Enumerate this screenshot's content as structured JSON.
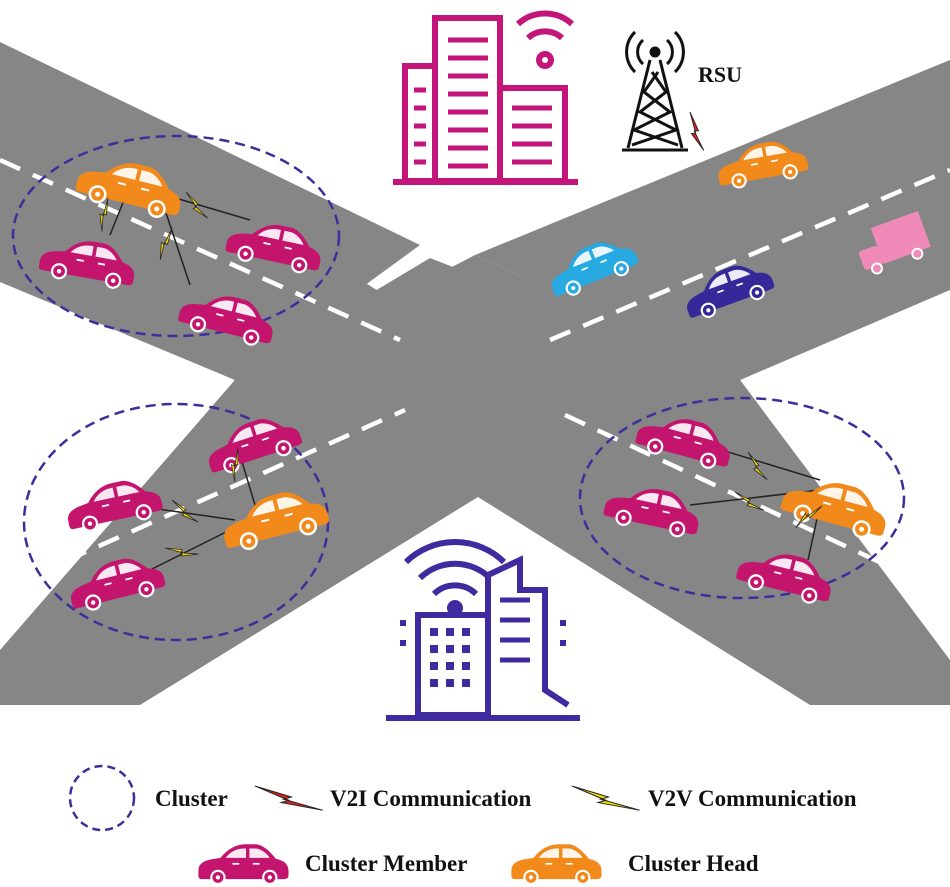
{
  "labels": {
    "rsu": "RSU"
  },
  "legend": {
    "cluster": "Cluster",
    "v2i": "V2I Communication",
    "v2v": "V2V Communication",
    "member": "Cluster Member",
    "head": "Cluster Head"
  },
  "colors": {
    "road": "#868686",
    "lane_marking": "#ffffff",
    "cluster_border": "#3d2f9a",
    "cluster_member": "#c4156e",
    "cluster_head": "#f28a1b",
    "v2i_bolt": "#e02020",
    "v2v_bolt": "#f6dd00",
    "building_magenta": "#c4167a",
    "building_purple": "#3f2aa0",
    "car_cyan": "#27a9e1",
    "car_navy": "#35299a",
    "truck_pink": "#f08ab8"
  },
  "icons": {
    "building_top": "office-building-wifi-icon",
    "building_bottom": "city-towers-wifi-icon",
    "tower": "radio-tower-icon"
  }
}
